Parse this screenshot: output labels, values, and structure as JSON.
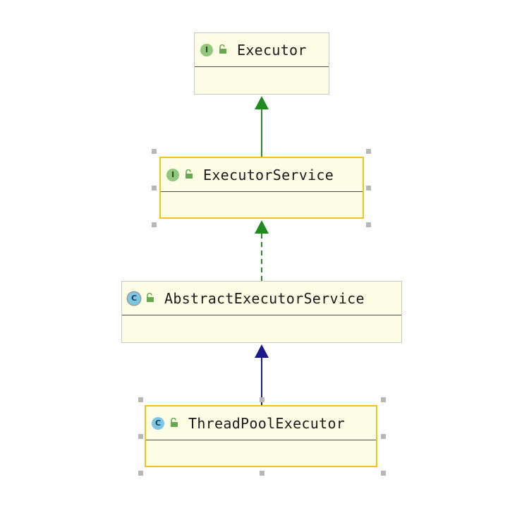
{
  "nodes": [
    {
      "kind": "interface",
      "badge": "I",
      "name": "Executor"
    },
    {
      "kind": "interface",
      "badge": "I",
      "name": "ExecutorService"
    },
    {
      "kind": "abstract-class",
      "badge": "C",
      "name": "AbstractExecutorService"
    },
    {
      "kind": "class",
      "badge": "C",
      "name": "ThreadPoolExecutor"
    }
  ],
  "edges": [
    {
      "from": "ExecutorService",
      "to": "Executor",
      "type": "extends",
      "style": "solid",
      "color": "#2a8a2a"
    },
    {
      "from": "AbstractExecutorService",
      "to": "ExecutorService",
      "type": "implements",
      "style": "dashed",
      "color": "#2a8a2a"
    },
    {
      "from": "ThreadPoolExecutor",
      "to": "AbstractExecutorService",
      "type": "extends",
      "style": "solid",
      "color": "#1a1a8a"
    }
  ],
  "colors": {
    "selection": "#f2c21f",
    "node_fill": "#fdfde6",
    "interface_edge": "#2a8a2a",
    "class_edge": "#1a1a8a"
  }
}
